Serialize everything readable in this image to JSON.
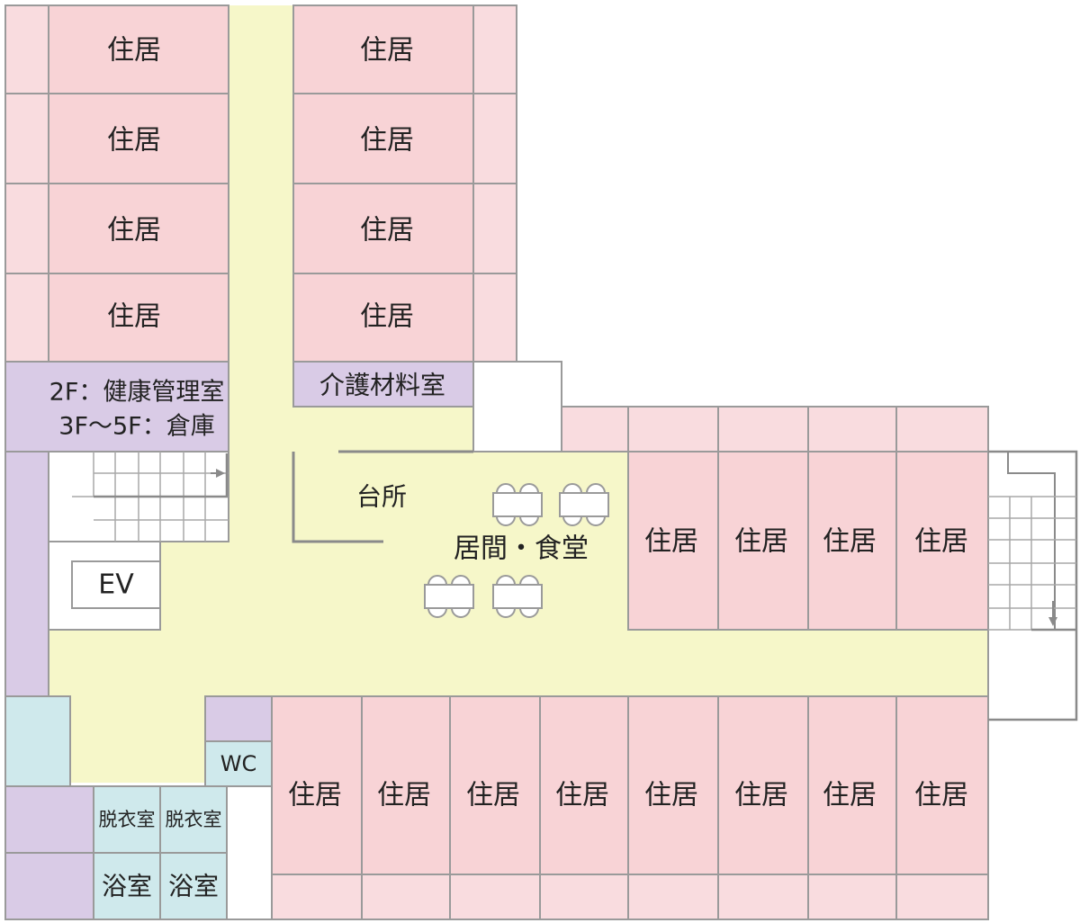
{
  "colors": {
    "residence": "#f8d3d6",
    "residence_sub": "#f9dcdf",
    "common": "#f6f7c9",
    "staff": "#d9cbe6",
    "water": "#cfe9ec",
    "white": "#ffffff",
    "line": "#9a9a9a"
  },
  "labels": {
    "residence": "住居",
    "health_storage_line1": "2F：健康管理室",
    "health_storage_line2": "3F～5F：倉庫",
    "care_material": "介護材料室",
    "kitchen": "台所",
    "living_dining": "居間・食堂",
    "ev": "EV",
    "wc": "WC",
    "dressing": "脱衣室",
    "bath": "浴室"
  }
}
